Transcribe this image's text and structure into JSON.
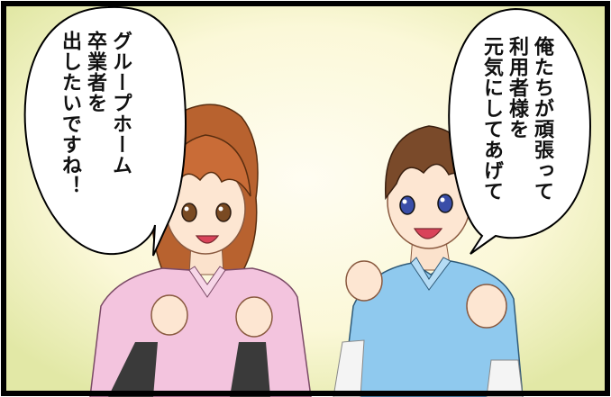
{
  "comic_panel": {
    "speech_left": {
      "speaker": "woman",
      "lines": [
        "グループホーム",
        "卒業者を",
        "出したいですね！"
      ]
    },
    "speech_right": {
      "speaker": "man",
      "lines": [
        "俺たちが頑張って",
        "利用者様を",
        "元気にしてあげて"
      ]
    },
    "colors": {
      "background_center": "#fffde6",
      "background_edge": "#e8ecb0",
      "woman_hair": "#c46a35",
      "woman_shirt": "#f2c2dc",
      "man_hair": "#7a4a2a",
      "man_shirt": "#8ec8ec"
    }
  }
}
